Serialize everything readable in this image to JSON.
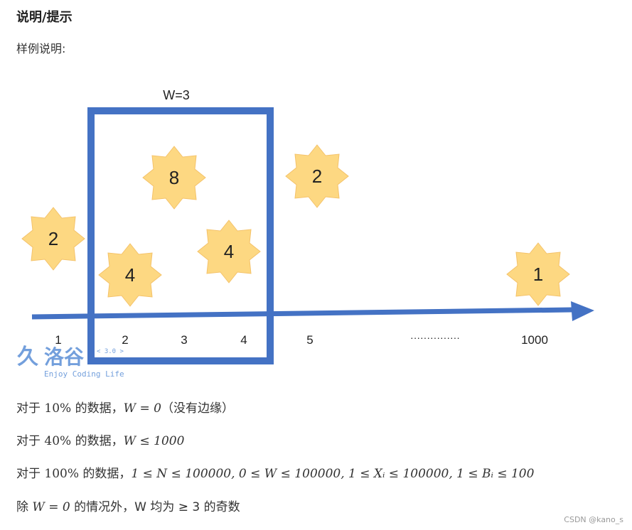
{
  "page": {
    "title": "说明/提示",
    "sample_label": "样例说明:",
    "footer": "CSDN @kano_s"
  },
  "figure": {
    "window_label": "W=3",
    "stars": [
      "2",
      "4",
      "8",
      "4",
      "2",
      "1"
    ],
    "axis_labels": [
      "1",
      "2",
      "3",
      "4",
      "5",
      "1000"
    ],
    "ellipsis": "···············",
    "watermark": {
      "brand": "洛谷",
      "version": "< 3.0 >",
      "slogan": "Enjoy Coding Life"
    },
    "colors": {
      "axis": "#4472c4",
      "window": "#4472c4",
      "star_fill": "#fdd882",
      "star_edge": "#f4c26a"
    }
  },
  "notes": [
    {
      "prefix": "对于 ",
      "pct": "10%",
      "mid": " 的数据，",
      "math": "W = 0",
      "suffix": "（没有边缘）"
    },
    {
      "prefix": "对于 ",
      "pct": "40%",
      "mid": " 的数据，",
      "math": "W ≤ 1000",
      "suffix": ""
    },
    {
      "prefix": "对于 ",
      "pct": "100%",
      "mid": " 的数据，",
      "math": "1 ≤ N ≤ 100000, 0 ≤ W ≤ 100000, 1 ≤ Xᵢ ≤ 100000, 1 ≤ Bᵢ ≤ 100",
      "suffix": ""
    },
    {
      "prefix": "除 ",
      "pct": "",
      "mid": "",
      "math": "W = 0",
      "suffix": " 的情况外，W 均为 ≥ 3 的奇数"
    }
  ]
}
